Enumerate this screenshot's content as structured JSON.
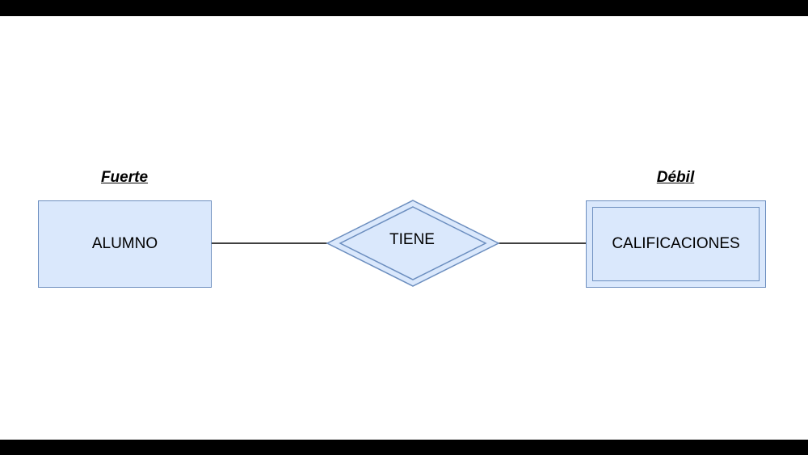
{
  "diagram": {
    "labels": {
      "strong": "Fuerte",
      "weak": "Débil"
    },
    "entities": {
      "strong": "ALUMNO",
      "weak": "CALIFICACIONES"
    },
    "relationship": "TIENE"
  },
  "colors": {
    "fill": "#dae8fc",
    "stroke": "#6c8ebf",
    "line": "#000000",
    "letterbox": "#000000",
    "background": "#ffffff"
  }
}
